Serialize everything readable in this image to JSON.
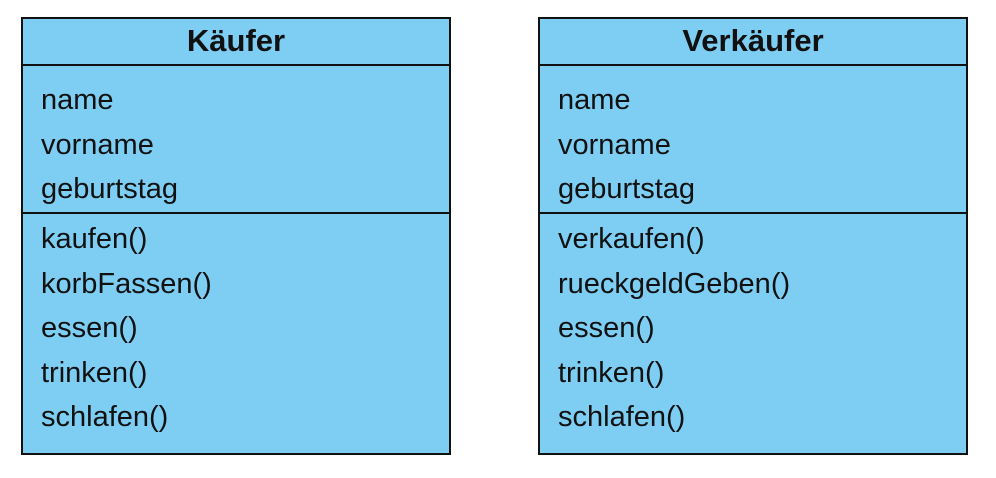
{
  "classes": [
    {
      "name": "Käufer",
      "attributes": [
        "name",
        "vorname",
        "geburtstag"
      ],
      "operations": [
        "kaufen()",
        "korbFassen()",
        "essen()",
        "trinken()",
        "schlafen()"
      ]
    },
    {
      "name": "Verkäufer",
      "attributes": [
        "name",
        "vorname",
        "geburtstag"
      ],
      "operations": [
        "verkaufen()",
        "rueckgeldGeben()",
        "essen()",
        "trinken()",
        "schlafen()"
      ]
    }
  ],
  "colors": {
    "box_fill": "#7ecef4",
    "border": "#111111",
    "text": "#111111"
  }
}
